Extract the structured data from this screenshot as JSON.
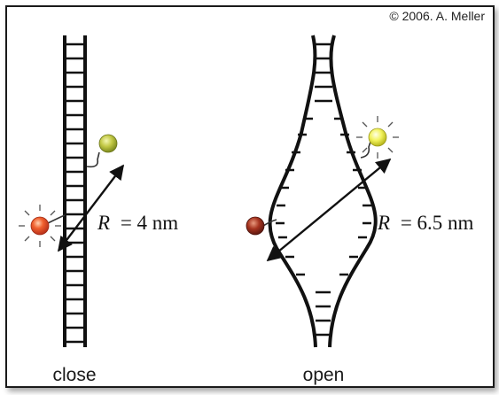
{
  "copyright": "© 2006. A. Meller",
  "states": {
    "closed": {
      "label": "close",
      "distance_var": "R",
      "distance_value": "= 4 nm"
    },
    "open": {
      "label": "open",
      "distance_var": "R",
      "distance_value": "= 6.5 nm"
    }
  },
  "colors": {
    "red_dye": "#e24a2a",
    "yellow_dye": "#b9c23c",
    "bright_yellow_dye": "#eef05a",
    "dark_red_dye": "#9a2b1c",
    "line": "#111111"
  }
}
